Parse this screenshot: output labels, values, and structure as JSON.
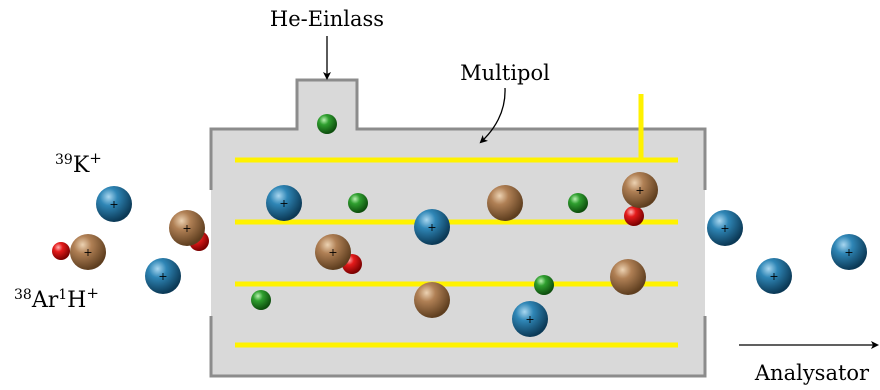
{
  "labels": {
    "he_inlet": "He-Einlass",
    "multipole": "Multipol",
    "analyzer": "Analysator",
    "k_mass": "39",
    "k_symbol": "K",
    "k_charge": "+",
    "arh_ar_mass": "38",
    "arh_ar_symbol": "Ar",
    "arh_h_mass": "1",
    "arh_h_symbol": "H",
    "arh_charge": "+"
  },
  "ion_charge_symbol": "+",
  "colors": {
    "chamber_fill": "#d9d9d9",
    "chamber_stroke": "#8c8c8c",
    "rods": "#fff200",
    "potassium_ion": "#1f6f99",
    "argon_ion": "#a87a4c",
    "hydrogen_atom": "#e01010",
    "helium_atom": "#2a9a2a"
  }
}
